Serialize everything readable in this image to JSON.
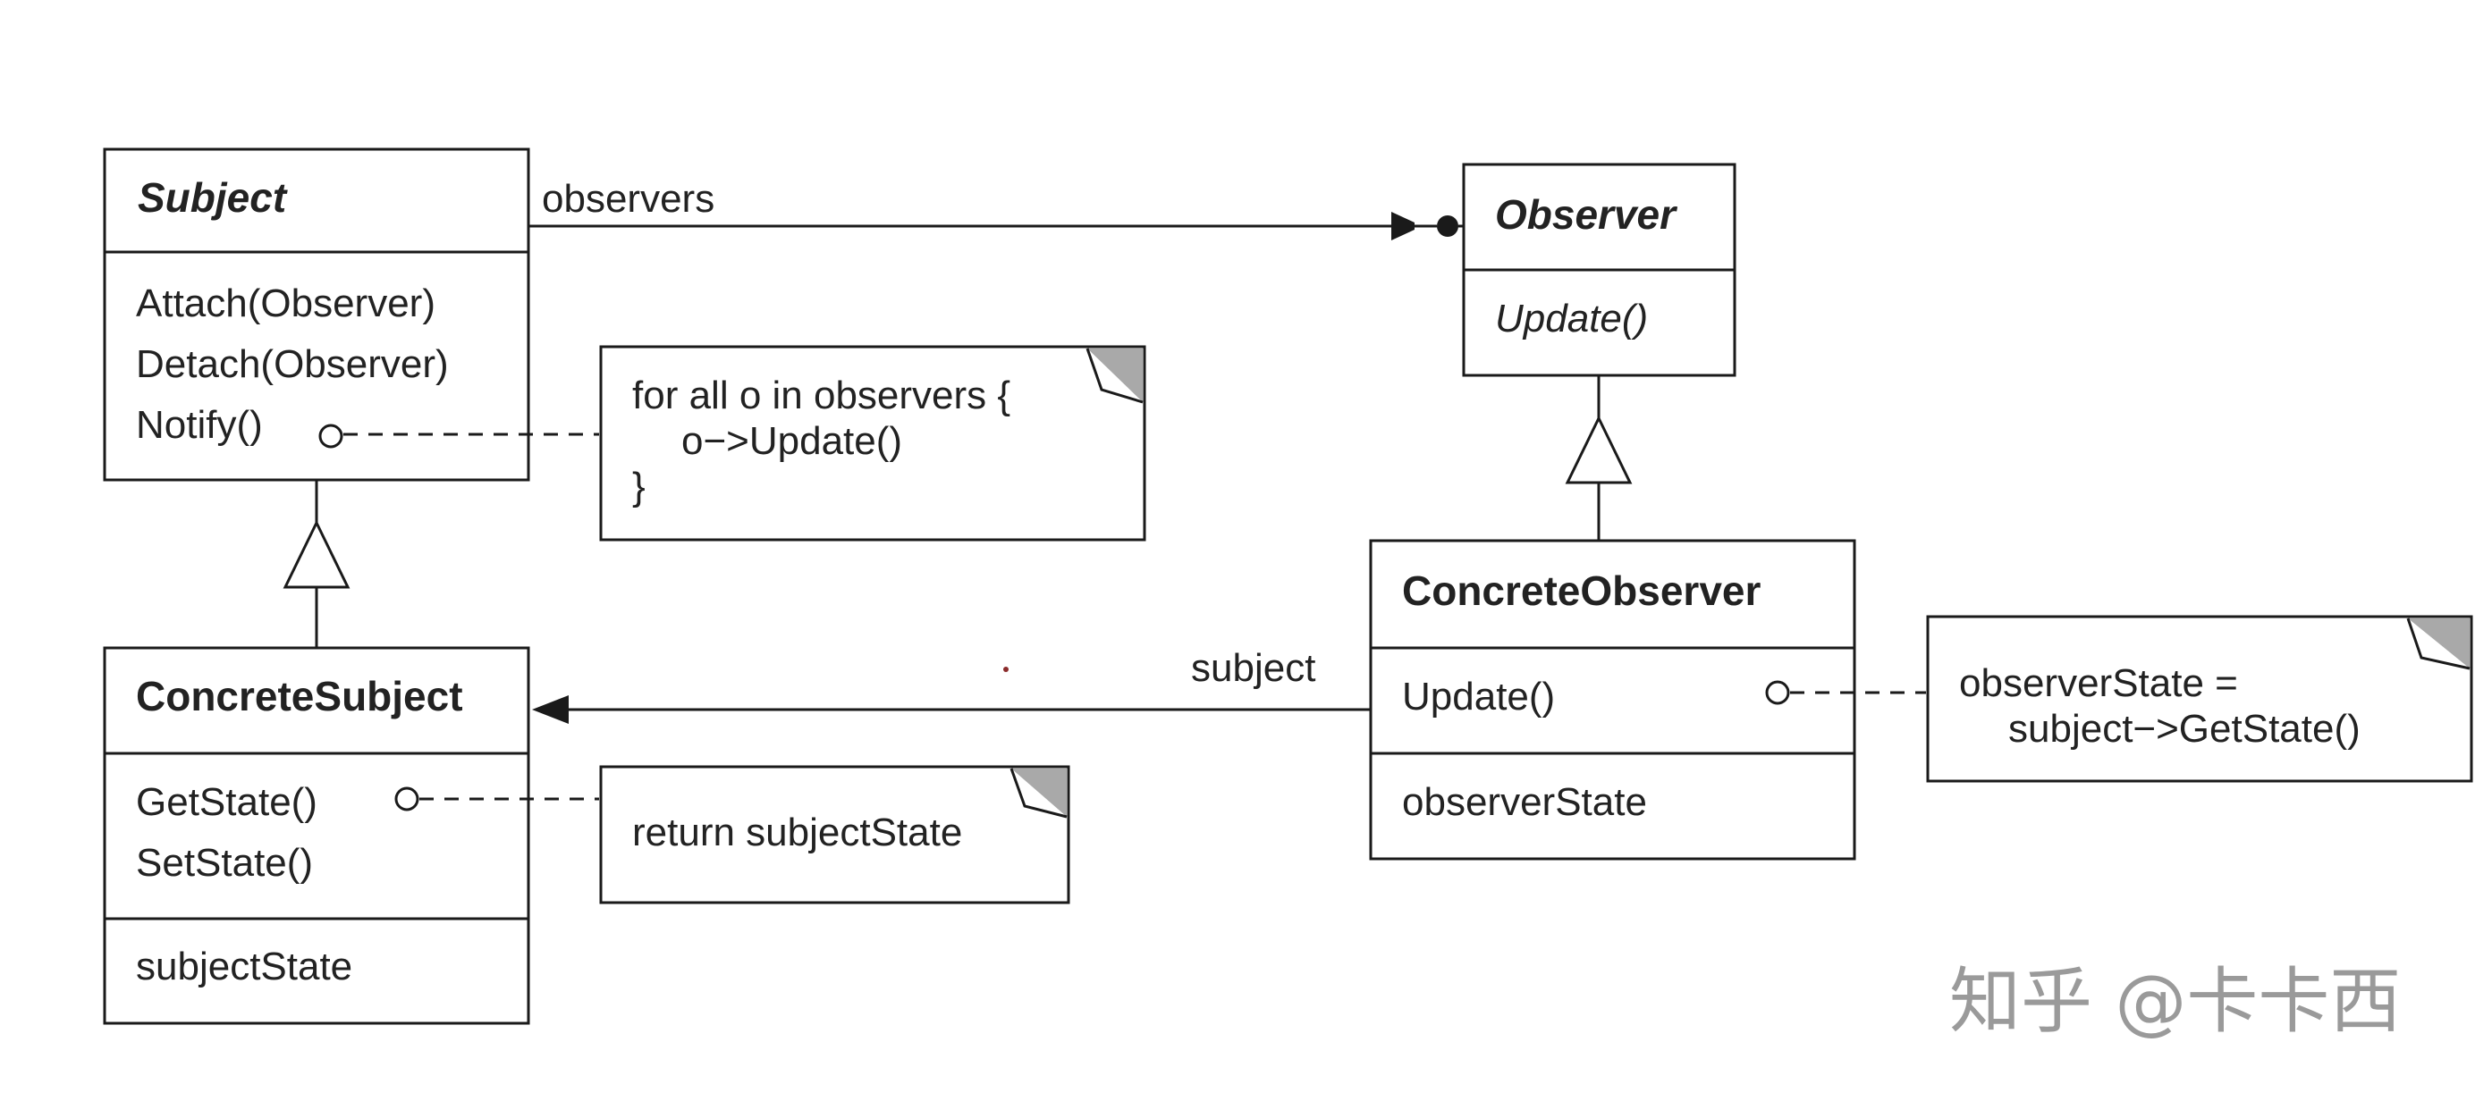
{
  "classes": {
    "subject": {
      "name": "Subject",
      "operations": [
        "Attach(Observer)",
        "Detach(Observer)",
        "Notify()"
      ]
    },
    "observer": {
      "name": "Observer",
      "operations": [
        "Update()"
      ]
    },
    "concrete_subject": {
      "name": "ConcreteSubject",
      "operations": [
        "GetState()",
        "SetState()"
      ],
      "attributes": [
        "subjectState"
      ]
    },
    "concrete_observer": {
      "name": "ConcreteObserver",
      "operations": [
        "Update()"
      ],
      "attributes": [
        "observerState"
      ]
    }
  },
  "associations": {
    "observers_role": "observers",
    "subject_role": "subject"
  },
  "notes": {
    "notify": [
      "for all o in observers {",
      "o−>Update()",
      "}"
    ],
    "get_state": [
      "return subjectState"
    ],
    "update": [
      "observerState =",
      "subject−>GetState()"
    ]
  },
  "watermark": "知乎 @卡卡西"
}
